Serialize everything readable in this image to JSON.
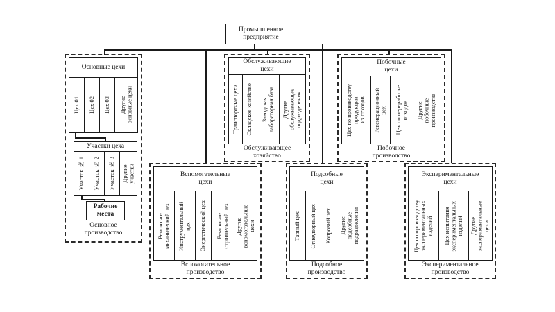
{
  "root": "Промышленное\nпредприятие",
  "groups": {
    "main": {
      "header": "Основные цехи",
      "items": [
        "Цех 01",
        "Цех 02",
        "Цех 03",
        "Другие\nосновные цехи"
      ],
      "sections": {
        "header": "Участки цеха",
        "items": [
          "Участок № 1",
          "Участок № 2",
          "Участок № 3",
          "Другие\nучастки"
        ]
      },
      "workplaces": "Рабочие\nместа",
      "caption": "Основное\nпроизводство"
    },
    "service": {
      "header": "Обслуживающие\nцехи",
      "items": [
        "Транспортные цехи",
        "Складское хозяйство",
        "Заводская\nлабораторная база",
        "Другие\nобслуживающие\nподразделения"
      ],
      "caption": "Обслуживающее\nхозяйство"
    },
    "byproduct": {
      "header": "Побочные\nцехи",
      "items": [
        "Цех по производству\nпродукции\nиз отходов",
        "Регенерационный\nцех",
        "Цех по переработке\nотходов",
        "Другие\nпобочные\nпроизводства"
      ],
      "caption": "Побочное\nпроизводство"
    },
    "auxiliary": {
      "header": "Вспомогательные\nцехи",
      "items": [
        "Ремонтно-\nмеханический цех",
        "Инструментальный\nцех",
        "Энергетический цех",
        "Ремонтно-\nстроительный цех",
        "Другие\nвспомогательные\nцехи"
      ],
      "caption": "Вспомогательное\nпроизводство"
    },
    "subsidiary": {
      "header": "Подсобные\nцехи",
      "items": [
        "Тарный цех",
        "Огнеупорный цех",
        "Копровый цех",
        "Другие\nподсобные\nподразделения"
      ],
      "caption": "Подсобное\nпроизводство"
    },
    "experimental": {
      "header": "Экспериментальные\nцехи",
      "items": [
        "Цех по производству\nэкспериментальных\nизделий",
        "Цех испытания\nэкспериментальных\nизделий",
        "Другие\nэкспериментальные\nцехи"
      ],
      "caption": "Экспериментальное\nпроизводство"
    }
  }
}
